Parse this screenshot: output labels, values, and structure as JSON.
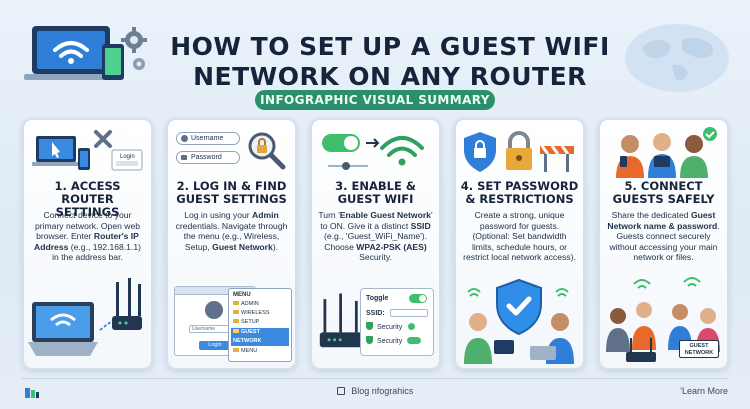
{
  "header": {
    "title_line1": "HOW TO SET UP A GUEST WIFI",
    "title_line2": "NETWORK ON ANY ROUTER",
    "subtitle": "INFOGRAPHIC VISUAL SUMMARY"
  },
  "steps": [
    {
      "heading": "1. ACCESS ROUTER SETTINGS",
      "body_parts": [
        {
          "t": "Connect device to your primary network. Open web browser.",
          "b": false
        },
        {
          "t": " Enter ",
          "b": false
        },
        {
          "t": "Router's IP Address",
          "b": true
        },
        {
          "t": " (e.g., 192.168.1.1) in the address bar.",
          "b": false
        }
      ],
      "art": {
        "login_title": "Login"
      }
    },
    {
      "heading": "2. LOG IN & FIND GUEST SETTINGS",
      "body_parts": [
        {
          "t": "Log in using your ",
          "b": false
        },
        {
          "t": "Admin",
          "b": true
        },
        {
          "t": " credentials. Navigate through the menu (e.g., Wireless, Setup, ",
          "b": false
        },
        {
          "t": "Guest Network",
          "b": true
        },
        {
          "t": ").",
          "b": false
        }
      ],
      "art": {
        "username_placeholder": "Username",
        "password_placeholder": "Password",
        "menu_title": "MENU",
        "menu_items": [
          "ADMIN",
          "WIRELESS",
          "SETUP",
          "GUEST NETWORK",
          "MENU"
        ],
        "mini_username": "Username",
        "mini_login": "Login"
      }
    },
    {
      "heading": "3. ENABLE & GUEST WIFI",
      "body_parts": [
        {
          "t": "Turn '",
          "b": false
        },
        {
          "t": "Enable Guest Network",
          "b": true
        },
        {
          "t": "' to ON. Give it a distinct ",
          "b": false
        },
        {
          "t": "SSID",
          "b": true
        },
        {
          "t": " (e.g., 'Guest_WiFi_Name'). Choose ",
          "b": false
        },
        {
          "t": "WPA2-PSK (AES)",
          "b": true
        },
        {
          "t": " Security.",
          "b": false
        }
      ],
      "art": {
        "toggle_label": "Toggle",
        "ssid_label": "SSID:",
        "security_label_1": "Security",
        "security_label_2": "Security"
      }
    },
    {
      "heading": "4. SET PASSWORD & RESTRICTIONS",
      "body_parts": [
        {
          "t": "Create a strong, unique password for guests.",
          "b": false
        },
        {
          "t": " (Optional: Set bandwidth limits, schedule hours, or restrict local network access).",
          "b": false
        }
      ],
      "art": {}
    },
    {
      "heading": "5. CONNECT GUESTS SAFELY",
      "body_parts": [
        {
          "t": "Share the dedicated ",
          "b": false
        },
        {
          "t": "Guest Network name & password",
          "b": true
        },
        {
          "t": ". Guests connect securely without accessing your main network or files.",
          "b": false
        }
      ],
      "art": {
        "router_sign": "GUEST NETWORK"
      }
    }
  ],
  "footer": {
    "center_text": "Blog nfograhics",
    "right_text": "'Learn More"
  },
  "colors": {
    "accent_green": "#2b8f6a",
    "title_navy": "#16243b",
    "card_border": "#d4e0ee"
  }
}
